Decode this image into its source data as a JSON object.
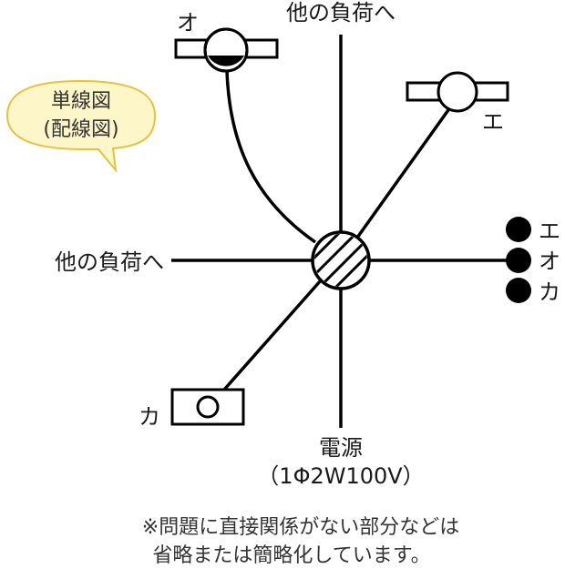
{
  "bubble": {
    "line1": "単線図",
    "line2": "(配線図)",
    "fill": "#fdf6c8",
    "stroke": "#e8c23a"
  },
  "labels": {
    "top_load": "他の負荷へ",
    "left_load": "他の負荷へ",
    "power_title": "電源",
    "power_spec": "（1Φ2W100V）",
    "lamp_o": "オ",
    "lamp_e": "エ",
    "switch_ka": "カ",
    "switch_e": "エ",
    "switch_o": "オ",
    "switch_ka2": "カ"
  },
  "note": {
    "line1": "※問題に直接関係がない部分などは",
    "line2": "省略または簡略化しています。"
  }
}
